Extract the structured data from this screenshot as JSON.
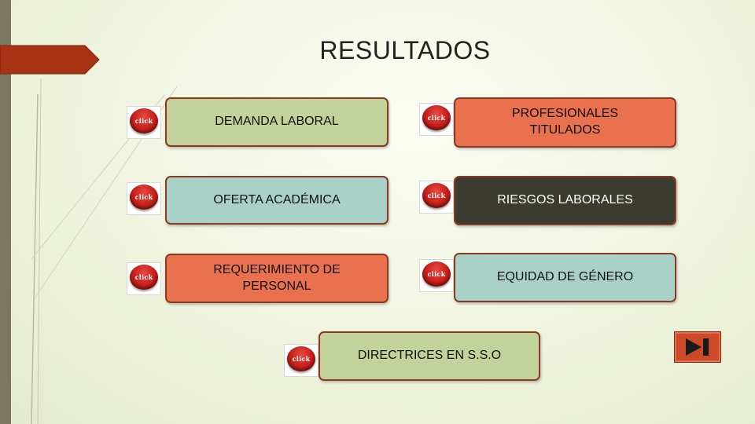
{
  "slide": {
    "title": "RESULTADOS"
  },
  "buttons": {
    "click_label": "click"
  },
  "boxes": {
    "demanda": "DEMANDA LABORAL",
    "profesionales_line1": "PROFESIONALES",
    "profesionales_line2": "TITULADOS",
    "oferta": "OFERTA ACADÉMICA",
    "riesgos": "RIESGOS LABORALES",
    "requerimiento_line1": "REQUERIMIENTO DE",
    "requerimiento_line2": "PERSONAL",
    "equidad": "EQUIDAD DE GÉNERO",
    "directrices": "DIRECTRICES EN S.S.O"
  },
  "colors": {
    "green_box": "#c3d19a",
    "teal_box": "#a9d1c8",
    "orange_box": "#e9714f",
    "dark_box": "#3b3b30",
    "click_button_red": "#c41e1a",
    "nav_button": "#cc4a2a"
  },
  "icons": {
    "nav_end": "skip-to-end-icon"
  }
}
